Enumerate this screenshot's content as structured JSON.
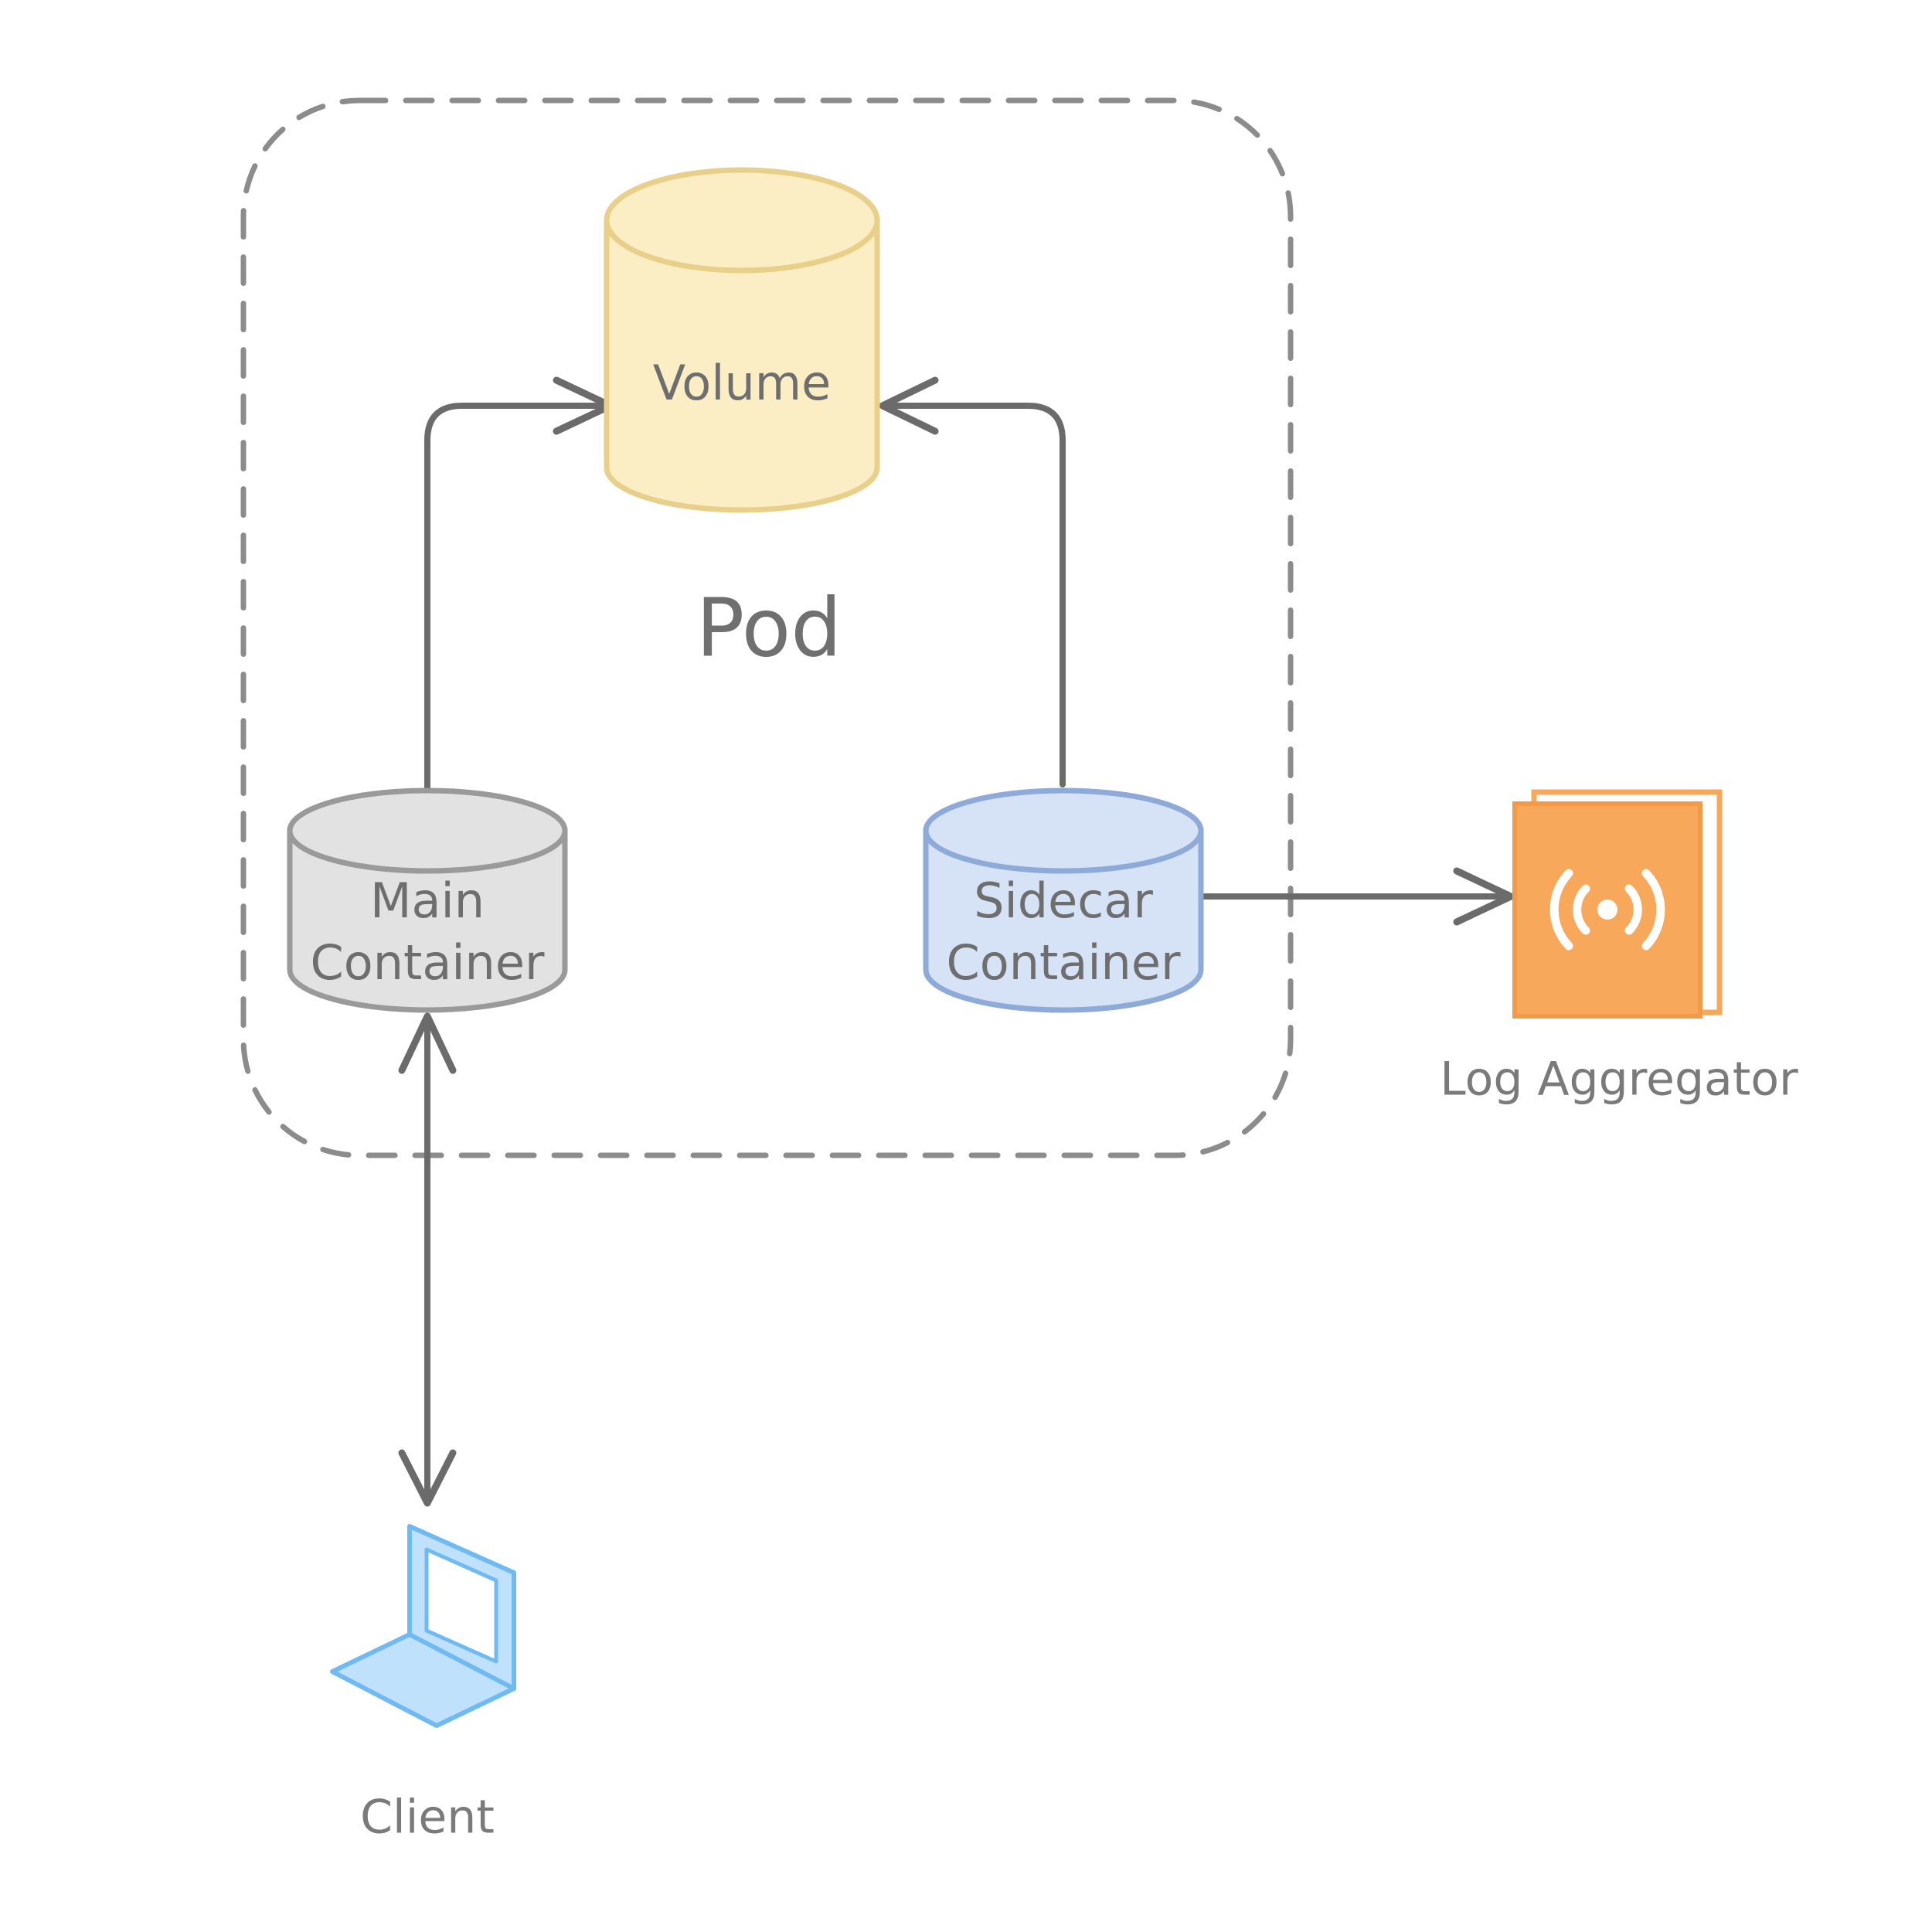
{
  "pod": {
    "label": "Pod"
  },
  "volume": {
    "label": "Volume"
  },
  "main_container": {
    "line1": "Main",
    "line2": "Container"
  },
  "sidecar_container": {
    "line1": "Sidecar",
    "line2": "Container"
  },
  "log_aggregator": {
    "label": "Log Aggregator",
    "icon": "broadcast-icon"
  },
  "client": {
    "label": "Client",
    "icon": "laptop-icon"
  },
  "colors": {
    "volume_fill": "#fbeec4",
    "volume_stroke": "#e8d08a",
    "main_fill": "#e2e2e2",
    "main_stroke": "#9a9a9a",
    "sidecar_fill": "#d6e2f5",
    "sidecar_stroke": "#8eaad8",
    "aggregator_fill": "#f7a85a",
    "client_fill": "#bfe1fb",
    "client_stroke": "#6fbaf2",
    "arrow": "#6b6b6b",
    "pod_border": "#8c8c8c"
  }
}
